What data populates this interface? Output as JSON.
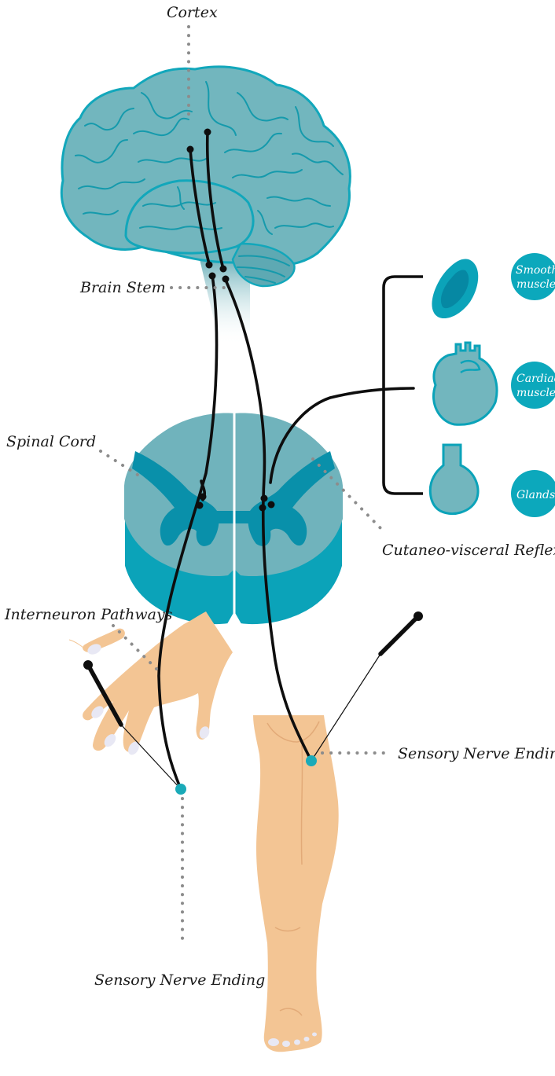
{
  "labels": {
    "cortex": "Cortex",
    "brain_stem": "Brain Stem",
    "spinal_cord": "Spinal Cord",
    "cutaneo_visceral_reflex": "Cutaneo-visceral Reflex",
    "interneuron_pathways": "Interneuron Pathways",
    "sensory_nerve_ending_leg": "Sensory Nerve Ending",
    "sensory_nerve_ending_hand": "Sensory Nerve Ending"
  },
  "organs": {
    "smooth_line1": "Smooth",
    "smooth_line2": "muscle",
    "cardiac_line1": "Cardiac",
    "cardiac_line2": "muscle",
    "glands": "Glands"
  },
  "colors": {
    "brain": "#72b6be",
    "brain_outline": "#12a7bb",
    "cord_dark": "#0b9fb7",
    "grey_matter": "#088aa3",
    "skin": "#f3c594",
    "nerve": "#0e0e0e",
    "nerve_ending": "#1aaab8",
    "badge": "#0ca8bc"
  },
  "icons": [
    "smooth-muscle-icon",
    "heart-icon",
    "gland-icon",
    "acupuncture-needle-icon"
  ]
}
